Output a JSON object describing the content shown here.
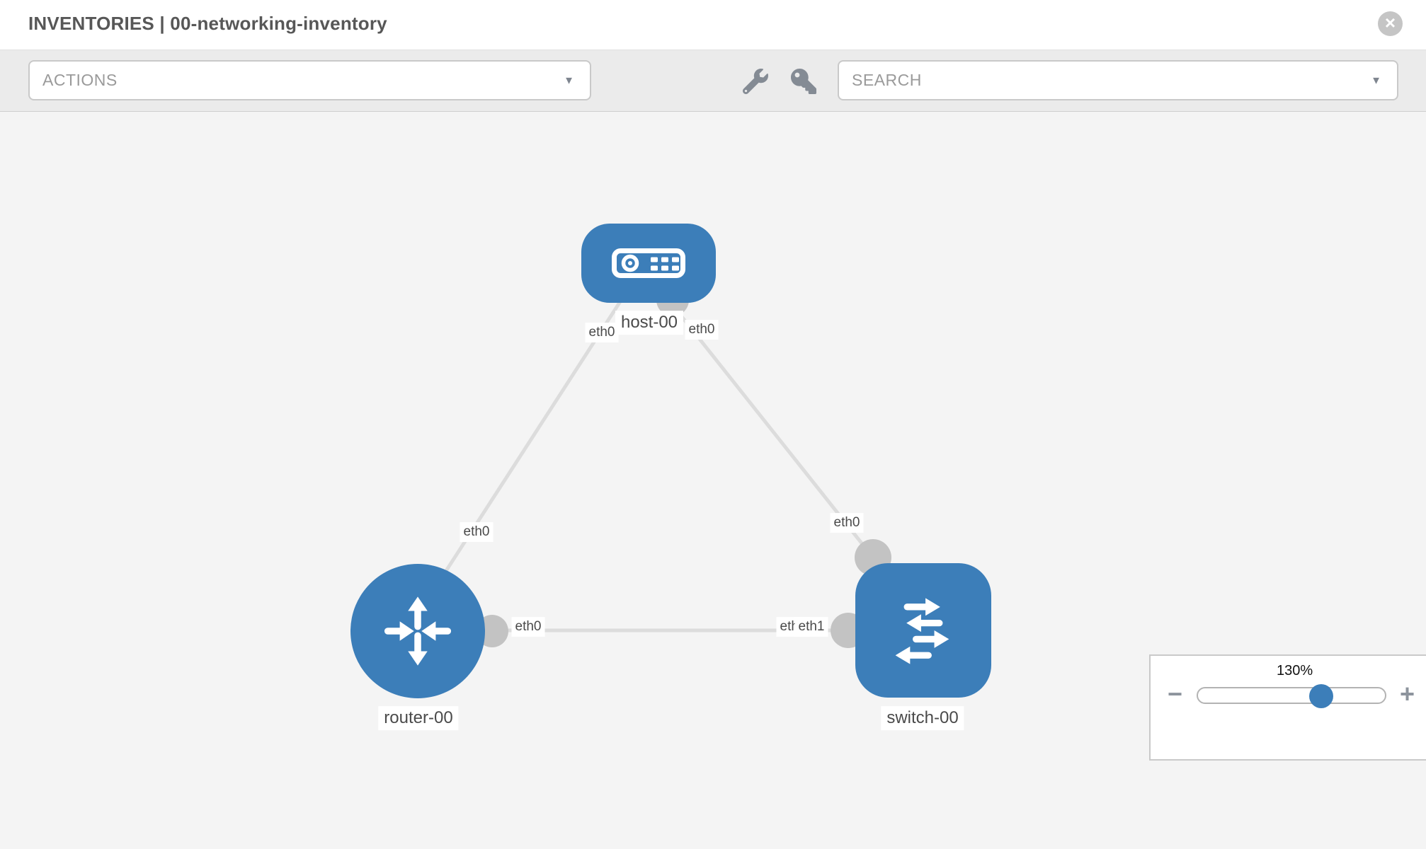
{
  "header": {
    "title": "INVENTORIES | 00-networking-inventory",
    "close_glyph": "×"
  },
  "toolbar": {
    "actions_value": "ACTIONS",
    "search_value": "SEARCH",
    "caret_glyph": "▼",
    "tools": [
      {
        "icon": "wrench-icon"
      },
      {
        "icon": "key-icon"
      }
    ]
  },
  "canvas": {
    "nodes": [
      {
        "id": "host-00",
        "type": "host",
        "label": "host-00"
      },
      {
        "id": "router-00",
        "type": "router",
        "label": "router-00"
      },
      {
        "id": "switch-00",
        "type": "switch",
        "label": "switch-00"
      }
    ],
    "links": [
      {
        "from": "host-00",
        "to": "router-00",
        "from_label": "eth0",
        "to_label": "eth0"
      },
      {
        "from": "host-00",
        "to": "switch-00",
        "from_label": "eth0",
        "to_label": "eth0"
      },
      {
        "from": "router-00",
        "to": "switch-00",
        "from_label": "eth0",
        "to_label": "eth1",
        "to_label_occluded": "eth0"
      }
    ]
  },
  "zoom_control": {
    "value": "130%",
    "percent": 130,
    "minus_glyph": "−",
    "plus_glyph": "+"
  },
  "colors": {
    "node_blue": "#3c7eb9",
    "link_gray": "#dcdcdc",
    "interface_gray": "#c3c3c3",
    "toolbar_bg": "#ebebeb",
    "canvas_bg": "#f4f4f4",
    "dropdown_text": "#9a9a9a",
    "title_text": "#575757"
  }
}
